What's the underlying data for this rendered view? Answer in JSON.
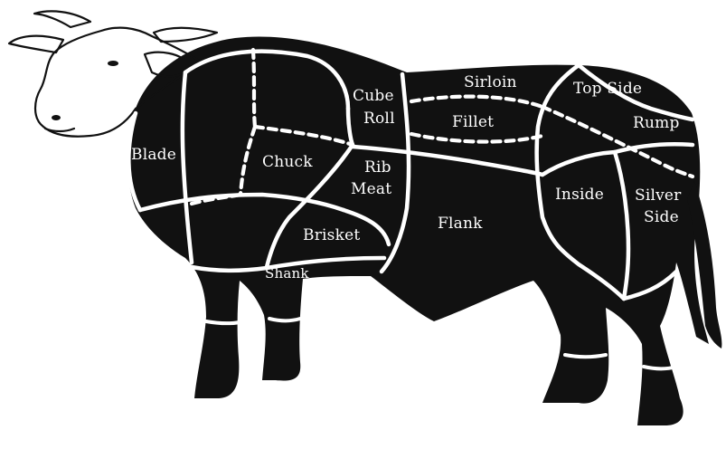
{
  "diagram": {
    "colors": {
      "body": "#111111",
      "lines": "#ffffff",
      "head": "#ffffff",
      "background": "#ffffff"
    },
    "cuts": {
      "blade": "Blade",
      "chuck": "Chuck",
      "cube": "Cube",
      "roll": "Roll",
      "rib": "Rib",
      "meat": "Meat",
      "brisket": "Brisket",
      "shank": "Shank",
      "sirloin": "Sirloin",
      "fillet": "Fillet",
      "flank": "Flank",
      "top_side": "Top Side",
      "rump": "Rump",
      "inside": "Inside",
      "silver": "Silver",
      "side": "Side"
    }
  }
}
